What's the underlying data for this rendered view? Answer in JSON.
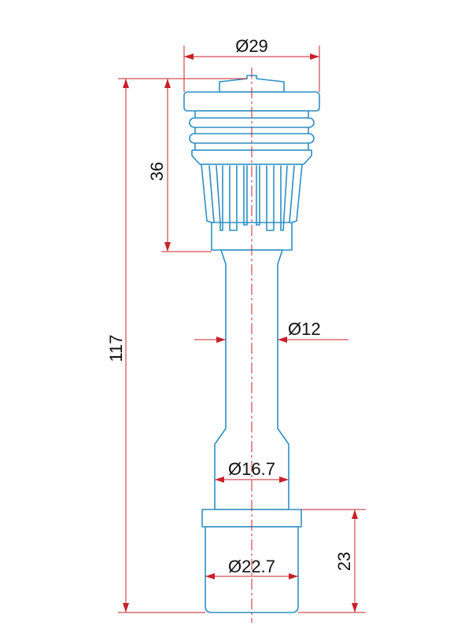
{
  "colors": {
    "part_outline": "#2b8fc4",
    "dimension": "#c8202a",
    "text": "#111111"
  },
  "dimensions": {
    "top_diameter": "Ø29",
    "head_height": "36",
    "total_length": "117",
    "shaft_diameter": "Ø12",
    "neck_diameter": "Ø16.7",
    "base_diameter": "Ø22.7",
    "base_height": "23"
  }
}
